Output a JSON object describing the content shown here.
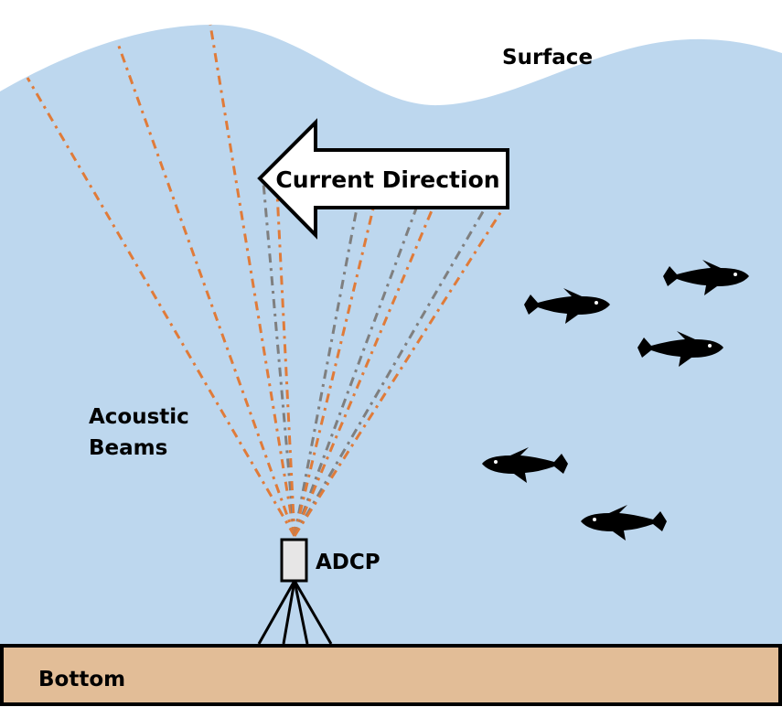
{
  "labels": {
    "surface": "Surface",
    "current_direction": "Current Direction",
    "acoustic_beams_line1": "Acoustic",
    "acoustic_beams_line2": "Beams",
    "adcp": "ADCP",
    "bottom": "Bottom"
  },
  "colors": {
    "water": "#BDD7EE",
    "sky": "#FFFFFF",
    "seabed": "#E2BD97",
    "outline": "#000000",
    "beam_primary": "#E07B39",
    "beam_secondary": "#7F7F7F",
    "instrument_fill": "#E7E6E6",
    "arrow_fill": "#FFFFFF",
    "fish": "#000000"
  },
  "beams": [
    {
      "name": "beam-far-left",
      "color": "beam_primary"
    },
    {
      "name": "beam-left",
      "color": "beam_primary"
    },
    {
      "name": "beam-upper-left",
      "color": "beam_primary"
    },
    {
      "name": "beam-near-left-secondary",
      "color": "beam_secondary"
    },
    {
      "name": "beam-near-left-primary",
      "color": "beam_primary"
    },
    {
      "name": "beam-center-secondary",
      "color": "beam_secondary"
    },
    {
      "name": "beam-center-primary",
      "color": "beam_primary"
    },
    {
      "name": "beam-right-secondary",
      "color": "beam_secondary"
    },
    {
      "name": "beam-right-primary",
      "color": "beam_primary"
    },
    {
      "name": "beam-far-right-secondary",
      "color": "beam_secondary"
    },
    {
      "name": "beam-far-right-primary",
      "color": "beam_primary"
    }
  ],
  "fish": [
    {
      "name": "fish-1",
      "facing": "right"
    },
    {
      "name": "fish-2",
      "facing": "right"
    },
    {
      "name": "fish-3",
      "facing": "right"
    },
    {
      "name": "fish-4",
      "facing": "left"
    },
    {
      "name": "fish-5",
      "facing": "left"
    }
  ]
}
